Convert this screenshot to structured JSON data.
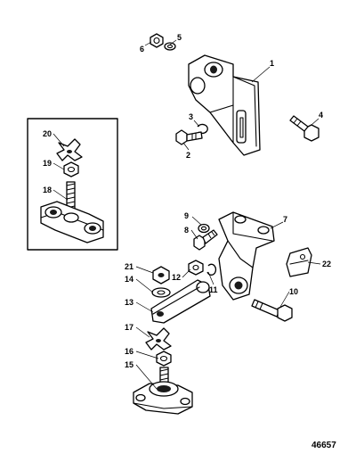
{
  "callouts": {
    "c1": "1",
    "c2": "2",
    "c3": "3",
    "c4": "4",
    "c5": "5",
    "c6": "6",
    "c7": "7",
    "c8": "8",
    "c9": "9",
    "c10": "10",
    "c11": "11",
    "c12": "12",
    "c13": "13",
    "c14": "14",
    "c15": "15",
    "c16": "16",
    "c17": "17",
    "c18": "18",
    "c19": "19",
    "c20": "20",
    "c21": "21",
    "c22": "22"
  },
  "figure_number": "46657"
}
